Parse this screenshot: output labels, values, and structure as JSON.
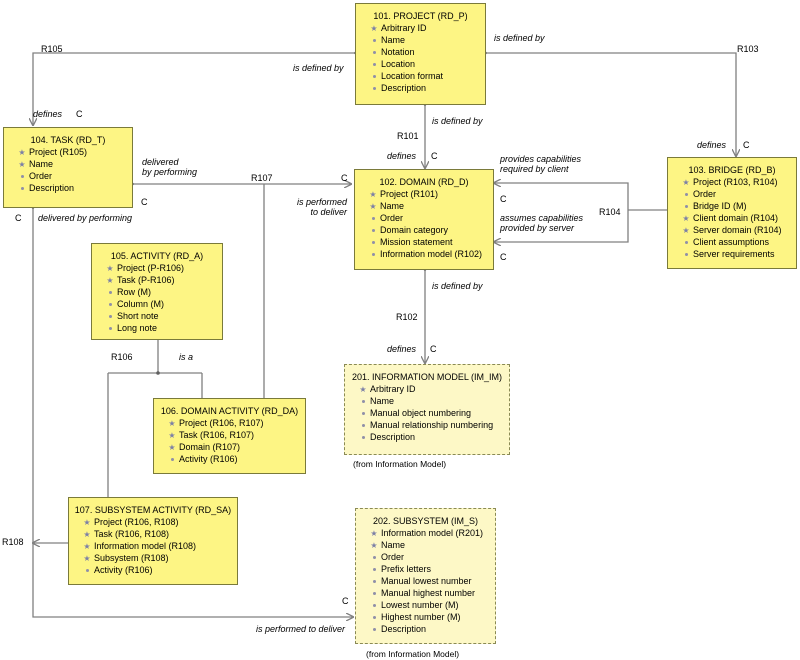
{
  "colors": {
    "box_fill": "#fdf584",
    "ext_box_fill": "#fdf8c6",
    "line": "#808080",
    "marker": "#7b7fa6"
  },
  "entities": [
    {
      "id": "project",
      "title": "101. PROJECT (RD_P)",
      "attributes": [
        {
          "text": "Arbitrary ID",
          "id": true
        },
        {
          "text": "Name"
        },
        {
          "text": "Notation"
        },
        {
          "text": "Location"
        },
        {
          "text": "Location format"
        },
        {
          "text": "Description"
        }
      ]
    },
    {
      "id": "task",
      "title": "104. TASK (RD_T)",
      "attributes": [
        {
          "text": "Project (R105)",
          "id": true
        },
        {
          "text": "Name",
          "id": true
        },
        {
          "text": "Order"
        },
        {
          "text": "Description"
        }
      ]
    },
    {
      "id": "domain",
      "title": "102. DOMAIN (RD_D)",
      "attributes": [
        {
          "text": "Project (R101)",
          "id": true
        },
        {
          "text": "Name",
          "id": true
        },
        {
          "text": "Order"
        },
        {
          "text": "Domain category"
        },
        {
          "text": "Mission statement"
        },
        {
          "text": "Information model (R102)"
        }
      ]
    },
    {
      "id": "bridge",
      "title": "103. BRIDGE (RD_B)",
      "attributes": [
        {
          "text": "Project (R103, R104)",
          "id": true
        },
        {
          "text": "Order"
        },
        {
          "text": "Bridge ID (M)"
        },
        {
          "text": "Client domain (R104)",
          "id": true
        },
        {
          "text": "Server domain (R104)",
          "id": true
        },
        {
          "text": "Client assumptions"
        },
        {
          "text": "Server requirements"
        }
      ]
    },
    {
      "id": "activity",
      "title": "105. ACTIVITY (RD_A)",
      "attributes": [
        {
          "text": "Project (P-R106)",
          "id": true
        },
        {
          "text": "Task (P-R106)",
          "id": true
        },
        {
          "text": "Row (M)"
        },
        {
          "text": "Column (M)"
        },
        {
          "text": "Short note"
        },
        {
          "text": "Long note"
        }
      ]
    },
    {
      "id": "domain-activity",
      "title": "106. DOMAIN ACTIVITY (RD_DA)",
      "attributes": [
        {
          "text": "Project (R106, R107)",
          "id": true
        },
        {
          "text": "Task (R106, R107)",
          "id": true
        },
        {
          "text": "Domain (R107)",
          "id": true
        },
        {
          "text": "Activity (R106)"
        }
      ]
    },
    {
      "id": "subsystem-activity",
      "title": "107. SUBSYSTEM ACTIVITY (RD_SA)",
      "attributes": [
        {
          "text": "Project (R106, R108)",
          "id": true
        },
        {
          "text": "Task (R106, R108)",
          "id": true
        },
        {
          "text": "Information model (R108)",
          "id": true
        },
        {
          "text": "Subsystem (R108)",
          "id": true
        },
        {
          "text": "Activity (R106)"
        }
      ]
    },
    {
      "id": "information-model",
      "title": "201. INFORMATION MODEL (IM_IM)",
      "caption": "(from Information Model)",
      "attributes": [
        {
          "text": "Arbitrary ID",
          "id": true
        },
        {
          "text": "Name"
        },
        {
          "text": "Manual object numbering"
        },
        {
          "text": "Manual relationship numbering"
        },
        {
          "text": "Description"
        }
      ]
    },
    {
      "id": "subsystem",
      "title": "202. SUBSYSTEM (IM_S)",
      "caption": "(from Information Model)",
      "attributes": [
        {
          "text": "Information model (R201)",
          "id": true
        },
        {
          "text": "Name",
          "id": true
        },
        {
          "text": "Order"
        },
        {
          "text": "Prefix letters"
        },
        {
          "text": "Manual lowest number"
        },
        {
          "text": "Manual highest number"
        },
        {
          "text": "Lowest number (M)"
        },
        {
          "text": "Highest number (M)"
        },
        {
          "text": "Description"
        }
      ]
    }
  ],
  "labels": [
    {
      "id": "r105",
      "text": "R105"
    },
    {
      "id": "r105-defined",
      "text": "is defined by",
      "italic": true
    },
    {
      "id": "r105-defines",
      "text": "defines",
      "italic": true
    },
    {
      "id": "r105-c",
      "text": "C"
    },
    {
      "id": "r103",
      "text": "R103"
    },
    {
      "id": "r103-defined",
      "text": "is defined by",
      "italic": true
    },
    {
      "id": "r103-defines",
      "text": "defines",
      "italic": true
    },
    {
      "id": "r103-c",
      "text": "C"
    },
    {
      "id": "r101",
      "text": "R101"
    },
    {
      "id": "r101-defined",
      "text": "is defined by",
      "italic": true
    },
    {
      "id": "r101-defines",
      "text": "defines",
      "italic": true
    },
    {
      "id": "r101-c",
      "text": "C"
    },
    {
      "id": "r107",
      "text": "R107"
    },
    {
      "id": "r107-delivered",
      "text": "delivered\nby performing",
      "italic": true
    },
    {
      "id": "r107-performed",
      "text": "is performed\nto deliver",
      "italic": true
    },
    {
      "id": "r107-c1",
      "text": "C"
    },
    {
      "id": "r107-c2",
      "text": "C"
    },
    {
      "id": "r104",
      "text": "R104"
    },
    {
      "id": "r104-provides",
      "text": "provides capabilities\nrequired by client",
      "italic": true
    },
    {
      "id": "r104-assumes",
      "text": "assumes capabilities\nprovided by server",
      "italic": true
    },
    {
      "id": "r104-c1",
      "text": "C"
    },
    {
      "id": "r104-c2",
      "text": "C"
    },
    {
      "id": "r102",
      "text": "R102"
    },
    {
      "id": "r102-defined",
      "text": "is defined by",
      "italic": true
    },
    {
      "id": "r102-defines",
      "text": "defines",
      "italic": true
    },
    {
      "id": "r102-c",
      "text": "C"
    },
    {
      "id": "r106",
      "text": "R106"
    },
    {
      "id": "r106-isa",
      "text": "is a",
      "italic": true
    },
    {
      "id": "r108",
      "text": "R108"
    },
    {
      "id": "r108-delivered",
      "text": "delivered by performing",
      "italic": true
    },
    {
      "id": "r108-performed",
      "text": "is performed to deliver",
      "italic": true
    },
    {
      "id": "r108-c1",
      "text": "C"
    },
    {
      "id": "r108-c2",
      "text": "C"
    }
  ]
}
